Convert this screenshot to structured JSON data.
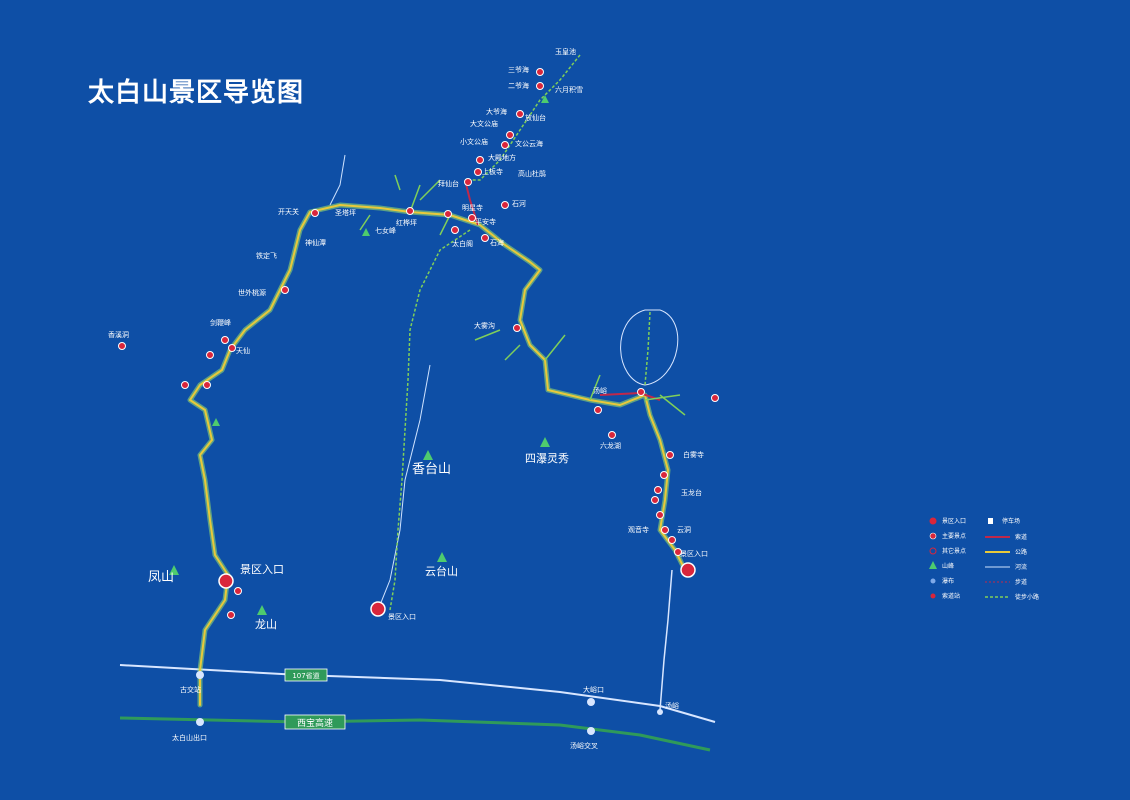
{
  "title": "太白山景区导览图",
  "colors": {
    "background": "#0e4fa6",
    "road": "#e8c93a",
    "road_glow": "#9fe36a",
    "trail": "#7fcf5a",
    "river": "#cfe3ff",
    "highway": "#2f9a5a",
    "cableway": "#c0284a",
    "spot_fill": "#d9263b"
  },
  "labels": {
    "kaitianguan": "开天关",
    "yuerlin": "玉皇池",
    "sanyechi": "三爷海",
    "eryechi": "二爷海",
    "liuyueji": "六月积雪",
    "dayechi": "大爷海",
    "dawengong": "大文公庙",
    "fangxiantai": "放仙台",
    "wenggong": "文公云海",
    "xiaowen": "小文公庙",
    "datiankou": "大殿地方",
    "shangbansi": "上板寺",
    "gaoshan": "高山杜鹃",
    "bailianggu": "拜仙台",
    "pingyan": "平安寺",
    "shihe": "石河",
    "mingxingsi": "明星寺",
    "shihai": "石海",
    "taibaige": "太白阁",
    "hongshan": "红桦坪",
    "qinuqiao": "七女峰",
    "shengshan": "圣塔坪",
    "shenxiantang": "神仙潭",
    "tianxian": "天仙",
    "shijiekou": "世外桃源",
    "tiedingfei": "铁定飞",
    "jianbian": "剑鞭峰",
    "xiangxi": "香溪洞",
    "fengshan": "凤山",
    "longshan": "龙山",
    "jingqu_rukou_west": "景区入口",
    "jingqu_rukou_mid": "景区入口",
    "jingqu_rukou_east": "景区入口",
    "xianggongshan": "香台山",
    "yuntaishan": "云台山",
    "siyuelingxiu": "四瀑灵秀",
    "tangyu": "汤峪",
    "liulonghu": "六龙湖",
    "gujiaozhan": "古交站",
    "baiwusi": "白雾寺",
    "yulongtai": "玉龙台",
    "guanyin": "观音寺",
    "yundong": "云洞",
    "dawugou": "大雾沟",
    "taibaishan_exit": "太白山出口",
    "dayukou": "大峪口",
    "tangyu_jiaochakou": "汤峪交叉",
    "tangyu_ke": "汤峪",
    "xibaogaosu": "西宝高速",
    "province_road": "107省道"
  },
  "legend": {
    "items_left": [
      "景区入口",
      "主要景点",
      "其它景点",
      "山峰",
      "瀑布",
      "索道站"
    ],
    "items_right": [
      "停车场",
      "索道",
      "公路",
      "河流",
      "步道",
      "徒步小路"
    ]
  }
}
